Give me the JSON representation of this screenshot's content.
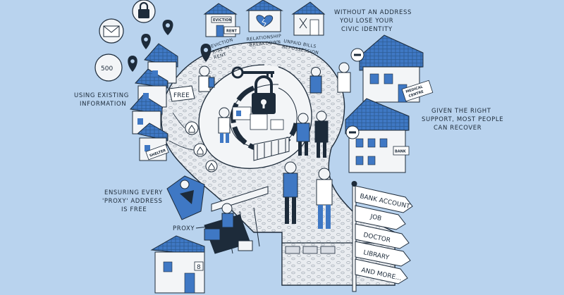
{
  "labels": {
    "without_address": [
      "WITHOUT AN ADDRESS",
      "YOU LOSE YOUR",
      "CIVIC IDENTITY"
    ],
    "using_existing": [
      "USING EXISTING",
      "INFORMATION"
    ],
    "given_support": [
      "GIVEN THE RIGHT",
      "SUPPORT, MOST PEOPLE",
      "CAN RECOVER"
    ],
    "ensuring_free": [
      "ENSURING EVERY",
      "'PROXY' ADDRESS",
      "IS FREE"
    ],
    "proxy": "PROXY"
  },
  "spiral_labels": {
    "eviction": [
      "EVICTION",
      "RISE IN",
      "RENT"
    ],
    "relationship": [
      "RELATIONSHIP",
      "BREAKDOWN"
    ],
    "unpaid_bills": [
      "UNPAID BILLS",
      "REPOSSESSION"
    ]
  },
  "small_signs": {
    "eviction_sign": "EVICTION",
    "rent_sign": "RENT",
    "free_sign": "FREE",
    "number_badge": "500",
    "shelter_sign": "SHELTER",
    "bank_sign": "BANK",
    "medical_sign": [
      "MEDICAL",
      "CENTRE"
    ],
    "house_number": "8"
  },
  "signpost": [
    "BANK ACCOUNT",
    "JOB",
    "DOCTOR",
    "LIBRARY",
    "AND MORE..."
  ],
  "colors": {
    "background": "#b9d3ee",
    "ink": "#1d2b3a",
    "roof_blue": "#3f78c4",
    "path_light": "#f3f5f7",
    "stone": "#d8dce3"
  }
}
